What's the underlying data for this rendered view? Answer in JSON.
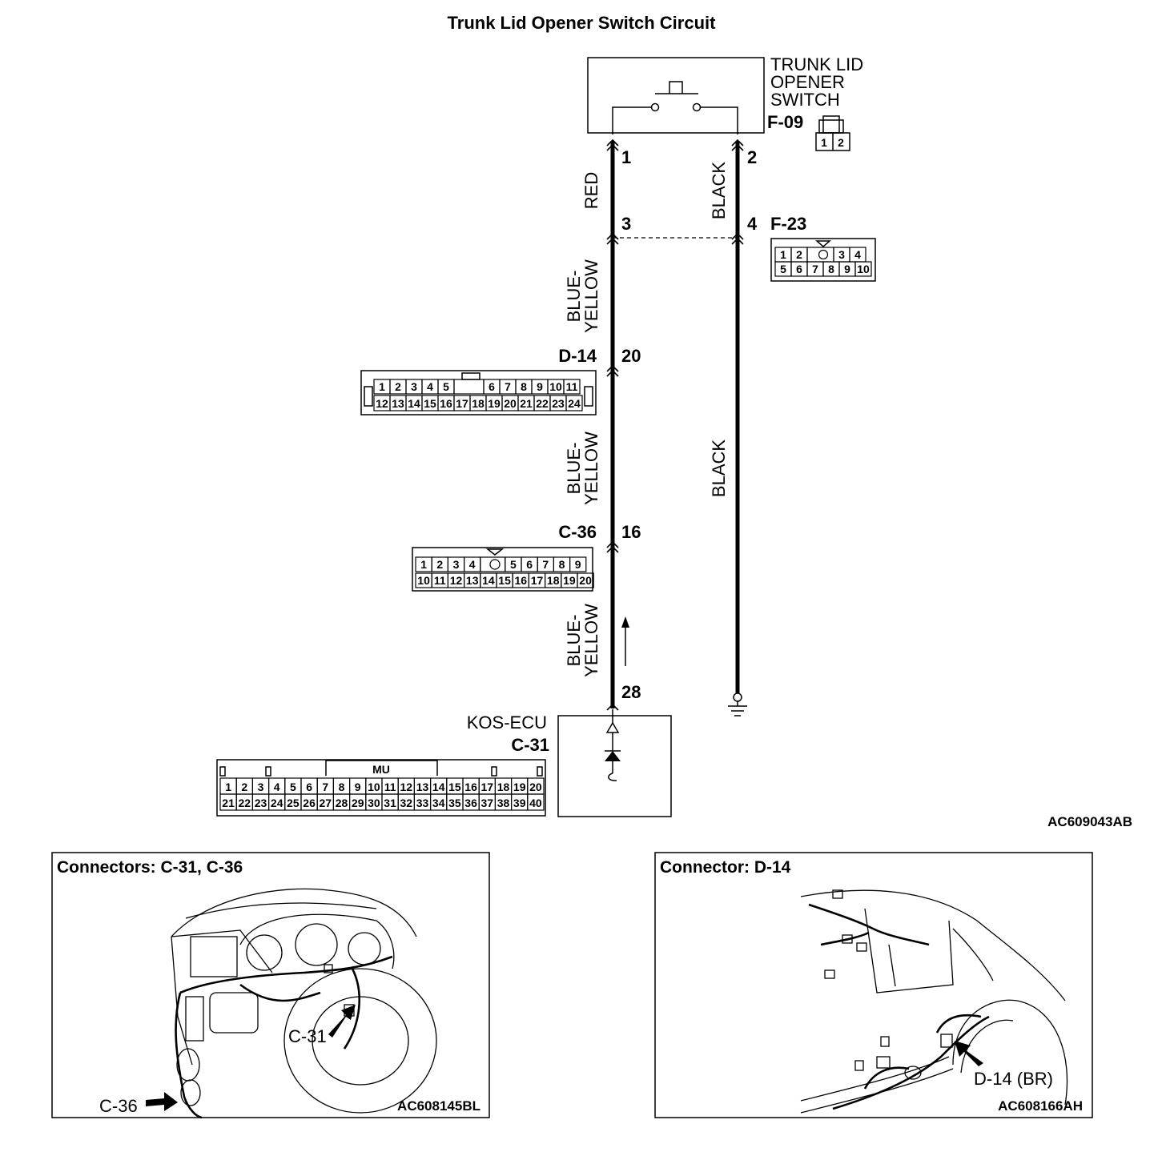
{
  "title": "Trunk Lid Opener Switch Circuit",
  "switch": {
    "name_lines": [
      "TRUNK LID",
      "OPENER",
      "SWITCH"
    ],
    "connector": "F-09",
    "pins": [
      "1",
      "2"
    ]
  },
  "wires": {
    "pin1": "1",
    "pin2": "2",
    "pin3": "3",
    "pin4": "4",
    "pin20": "20",
    "pin16": "16",
    "pin28": "28",
    "red": "RED",
    "black_upper": "BLACK",
    "black_lower": "BLACK",
    "blue_yellow": [
      "BLUE-",
      "YELLOW"
    ]
  },
  "f23": {
    "label": "F-23",
    "row1": [
      "1",
      "2",
      "",
      "3",
      "4"
    ],
    "row2": [
      "5",
      "6",
      "7",
      "8",
      "9",
      "10"
    ]
  },
  "d14": {
    "label": "D-14",
    "row1": [
      "1",
      "2",
      "3",
      "4",
      "5",
      "",
      "6",
      "7",
      "8",
      "9",
      "10",
      "11"
    ],
    "row2": [
      "12",
      "13",
      "14",
      "15",
      "16",
      "17",
      "18",
      "19",
      "20",
      "21",
      "22",
      "23",
      "24"
    ]
  },
  "c36": {
    "label": "C-36",
    "row1": [
      "1",
      "2",
      "3",
      "4",
      "",
      "5",
      "6",
      "7",
      "8",
      "9"
    ],
    "row2": [
      "10",
      "11",
      "12",
      "13",
      "14",
      "15",
      "16",
      "17",
      "18",
      "19",
      "20"
    ]
  },
  "ecu": {
    "name": "KOS-ECU",
    "connector": "C-31",
    "tab": "MU",
    "row1": [
      "1",
      "2",
      "3",
      "4",
      "5",
      "6",
      "7",
      "8",
      "9",
      "10",
      "11",
      "12",
      "13",
      "14",
      "15",
      "16",
      "17",
      "18",
      "19",
      "20"
    ],
    "row2": [
      "21",
      "22",
      "23",
      "24",
      "25",
      "26",
      "27",
      "28",
      "29",
      "30",
      "31",
      "32",
      "33",
      "34",
      "35",
      "36",
      "37",
      "38",
      "39",
      "40"
    ]
  },
  "diagram_code": "AC609043AB",
  "panel_left": {
    "title": "Connectors: C-31, C-36",
    "callout_c31": "C-31",
    "callout_c36": "C-36",
    "code": "AC608145BL"
  },
  "panel_right": {
    "title": "Connector: D-14",
    "callout": "D-14 (BR)",
    "code": "AC608166AH"
  }
}
